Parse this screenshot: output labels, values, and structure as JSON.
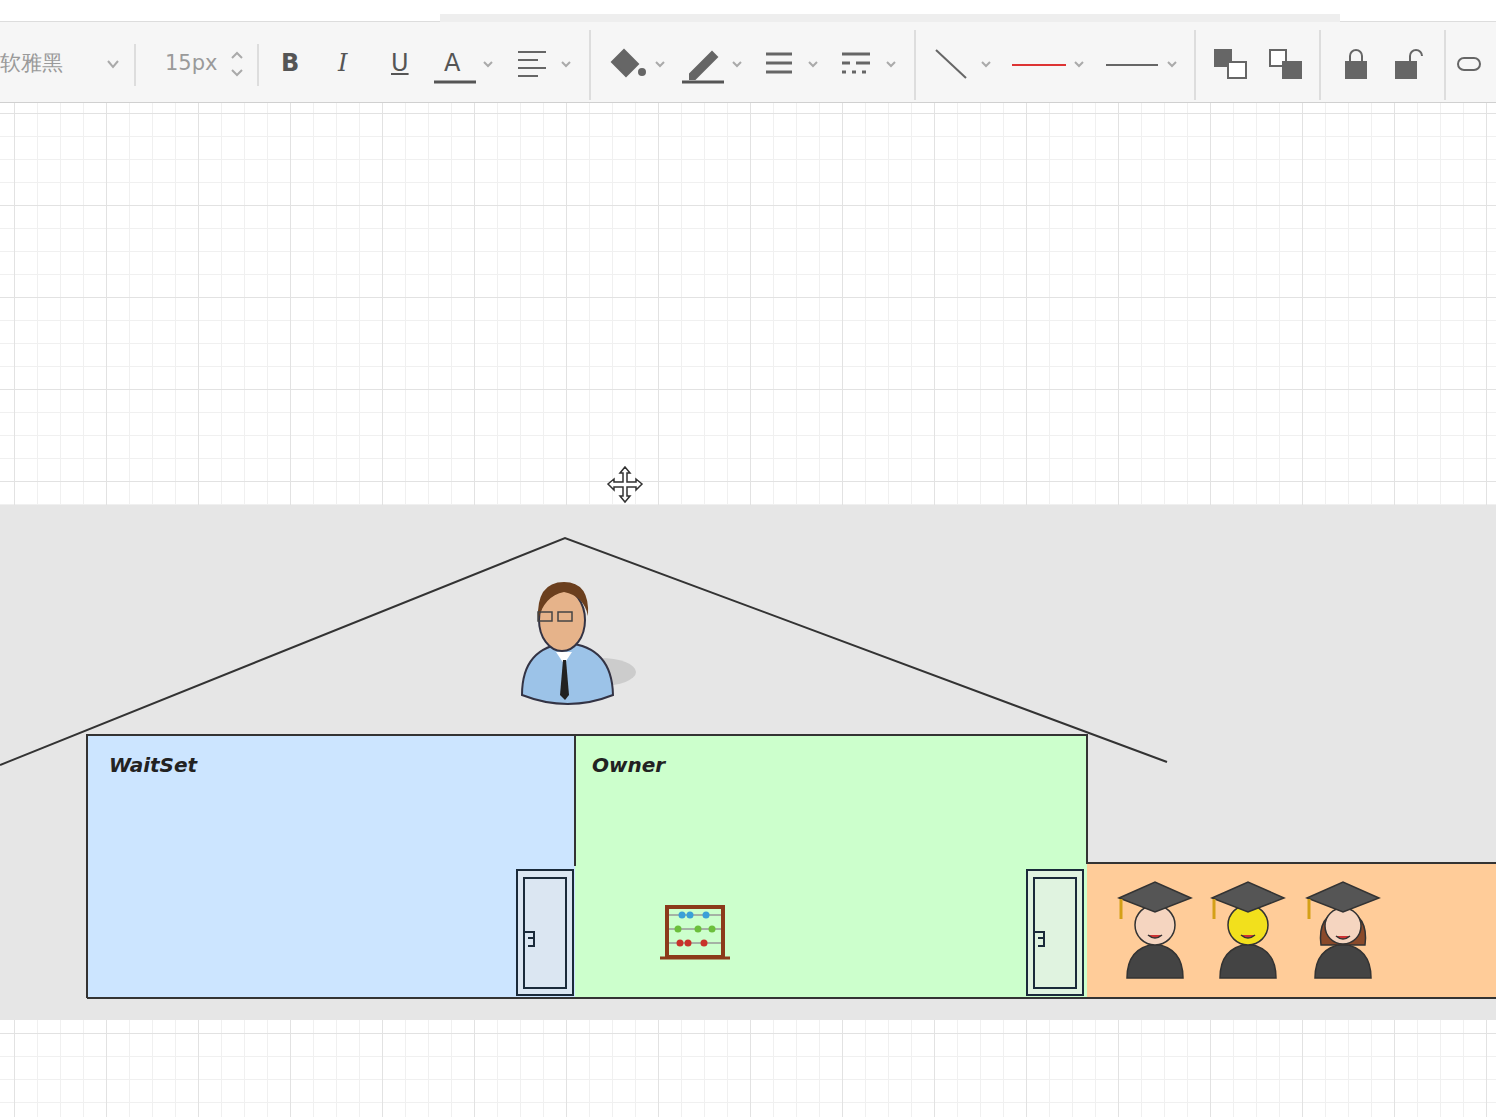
{
  "diagram": {
    "nodes": [
      {
        "text": [
          "WaitSet"
        ]
      },
      {
        "text": [
          "Owner"
        ]
      }
    ],
    "labels": [
      "软雅黑",
      "15px",
      "B",
      "I",
      "U",
      "A"
    ]
  }
}
